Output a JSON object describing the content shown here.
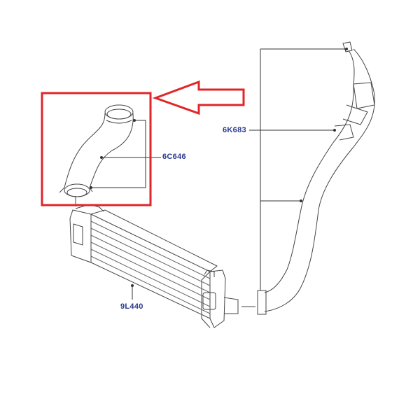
{
  "labels": {
    "hose_right": "6K683",
    "hose_left": "6C646",
    "intercooler": "9L440"
  },
  "colors": {
    "highlight": "#e0262a",
    "label": "#2a3a8c",
    "line": "#333333"
  }
}
